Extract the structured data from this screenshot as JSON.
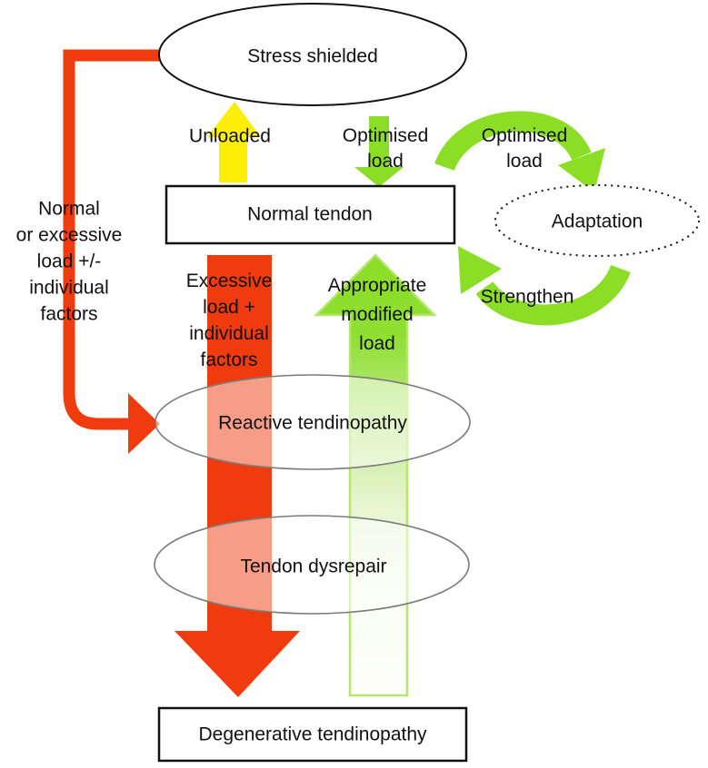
{
  "colors": {
    "red": "#ef3b0e",
    "yellow": "#fdee06",
    "green": "#8bdd26",
    "green_light_border": "#b5e56e",
    "ellipse_stroke": "#7b7b7b",
    "text": "#111111"
  },
  "nodes": {
    "stress_shielded": {
      "label": "Stress shielded"
    },
    "normal_tendon": {
      "label": "Normal tendon"
    },
    "adaptation": {
      "label": "Adaptation"
    },
    "reactive_tendinopathy": {
      "label": "Reactive tendinopathy"
    },
    "tendon_dysrepair": {
      "label": "Tendon dysrepair"
    },
    "degenerative_tendinopathy": {
      "label": "Degenerative tendinopathy"
    }
  },
  "arrow_labels": {
    "unloaded": "Unloaded",
    "strengthen": "Strengthen",
    "optimised_load_down": {
      "lines": [
        "Optimised",
        "load"
      ]
    },
    "optimised_load_curve": {
      "lines": [
        "Optimised",
        "load"
      ]
    },
    "normal_or_excessive": {
      "lines": [
        "Normal",
        "or excessive",
        "load +/-",
        "individual",
        "factors"
      ]
    },
    "excessive_load": {
      "lines": [
        "Excessive",
        "load +",
        "individual",
        "factors"
      ]
    },
    "appropriate_load": {
      "lines": [
        "Appropriate",
        "modified",
        "load"
      ]
    }
  }
}
